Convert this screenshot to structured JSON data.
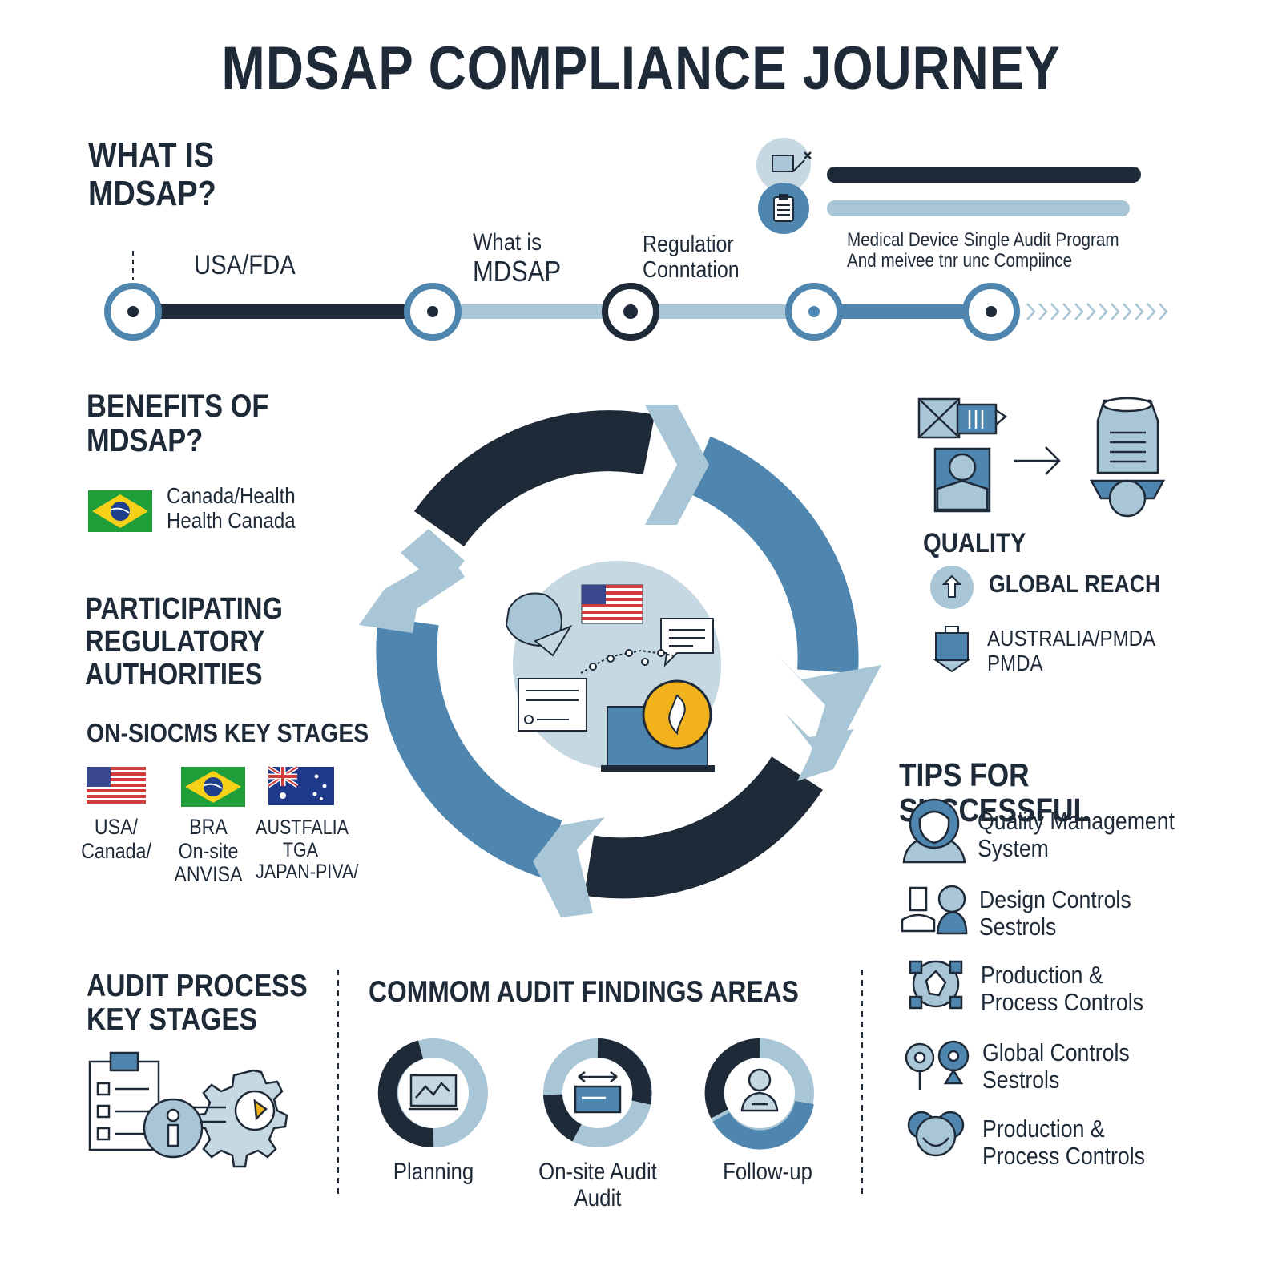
{
  "title": "MDSAP COMPLIANCE JOURNEY",
  "what_is": {
    "heading": [
      "WHAT IS",
      "MDSAP?"
    ]
  },
  "timeline": {
    "label1": "USA/FDA",
    "label2": [
      "What is",
      "MDSAP"
    ],
    "label3": [
      "Regulatior",
      "Conntation"
    ],
    "label4": [
      "Medical Device Single Audit Program",
      "And meivee tnr unc Compiince"
    ]
  },
  "benefits": {
    "heading": [
      "BENEFITS OF",
      "MDSAP?"
    ],
    "item": [
      "Canada/Health",
      "Health Canada"
    ]
  },
  "participating": {
    "heading": [
      "PARTICIPATING",
      "REGULATORY",
      "AUTHORITIES"
    ]
  },
  "key_stages": {
    "heading": "ON-SIOCMS KEY STAGES",
    "countries": [
      {
        "lines": [
          "USA/",
          "Canada/"
        ]
      },
      {
        "lines": [
          "BRA",
          "On-site",
          "ANVISA"
        ]
      },
      {
        "lines": [
          "AUSTFALIA",
          "TGA",
          "JAPAN-PIVA/"
        ]
      }
    ]
  },
  "right_panel": {
    "quality": "QUALITY",
    "global_reach": "GLOBAL REACH",
    "australia": [
      "AUSTRALIA/PMDA",
      "PMDA"
    ]
  },
  "tips": {
    "heading": "TIPS FOR SUCCESSFUL",
    "items": [
      {
        "lines": [
          "Quality Management",
          "System"
        ],
        "icon": "person-icon"
      },
      {
        "lines": [
          "Design Controls",
          "Sestrols"
        ],
        "icon": "design-icon"
      },
      {
        "lines": [
          "Production &",
          "Process Controls"
        ],
        "icon": "production-icon"
      },
      {
        "lines": [
          "Global Controls",
          "Sestrols"
        ],
        "icon": "global-icon"
      },
      {
        "lines": [
          "Production &",
          "Process Controls"
        ],
        "icon": "team-icon"
      }
    ]
  },
  "audit_process": {
    "heading": [
      "AUDIT PROCESS",
      "KEY STAGES"
    ]
  },
  "findings": {
    "heading": "COMMOM AUDIT FINDINGS AREAS",
    "items": [
      {
        "label": [
          "Planning"
        ]
      },
      {
        "label": [
          "On-site Audit",
          "Audit"
        ]
      },
      {
        "label": [
          "Follow-up"
        ]
      }
    ]
  },
  "colors": {
    "navy": "#1f2a38",
    "blue": "#4f86b0",
    "light": "#a9c6d6",
    "green": "#1f9e3a",
    "yellow": "#f2b21c"
  }
}
